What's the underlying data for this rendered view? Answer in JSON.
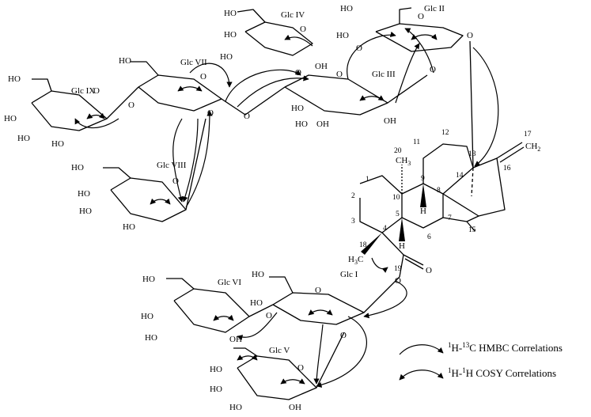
{
  "sugars": {
    "glc1": "Glc I",
    "glc2": "Glc II",
    "glc3": "Glc III",
    "glc4": "Glc IV",
    "glc5": "Glc V",
    "glc6": "Glc VI",
    "glc7": "Glc VII",
    "glc8": "Glc VIII",
    "glc9": "Glc IX"
  },
  "atoms": {
    "ho": "HO",
    "oh": "OH",
    "o": "O",
    "h": "H",
    "ch3": "CH",
    "ch3_sub": "3",
    "h3c": "H",
    "h3c_sub": "3",
    "h3c_c": "C",
    "ch2": "CH",
    "ch2_sub": "2"
  },
  "carbon_numbers": [
    "1",
    "2",
    "3",
    "4",
    "5",
    "6",
    "7",
    "8",
    "9",
    "10",
    "11",
    "12",
    "13",
    "14",
    "15",
    "16",
    "17",
    "18",
    "19",
    "20"
  ],
  "legend": {
    "hmbc_sup1": "1",
    "hmbc_h": "H-",
    "hmbc_sup2": "13",
    "hmbc_text": "C HMBC Correlations",
    "cosy_sup1": "1",
    "cosy_h": "H-",
    "cosy_sup2": "1",
    "cosy_text": "H COSY Correlations"
  },
  "colors": {
    "ink": "#000000",
    "background": "#ffffff"
  }
}
